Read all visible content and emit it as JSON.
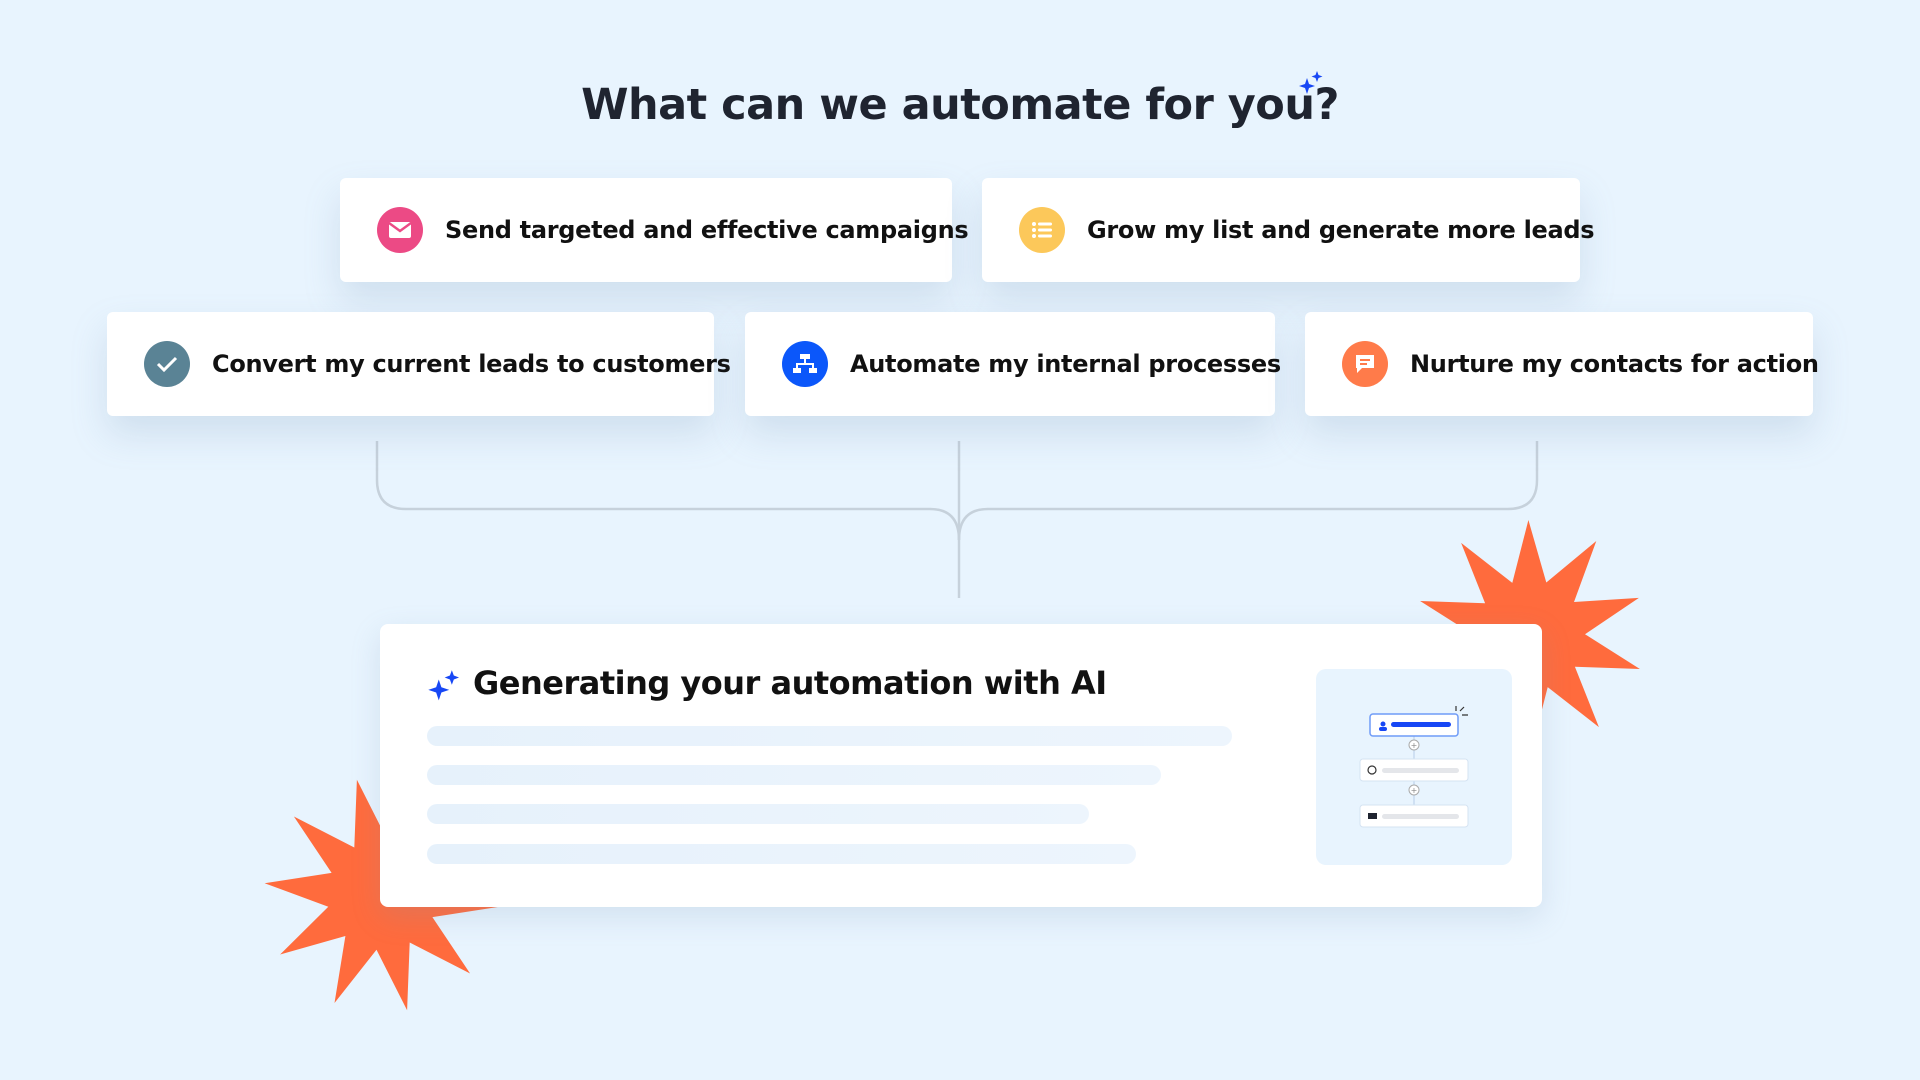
{
  "title": "What can we automate for you?",
  "options": [
    {
      "label": "Send targeted and effective campaigns",
      "icon": "envelope-icon",
      "color": "#ec4a85"
    },
    {
      "label": "Grow my list and generate more leads",
      "icon": "list-icon",
      "color": "#fcc85a"
    },
    {
      "label": "Convert my current leads to customers",
      "icon": "checkmark-icon",
      "color": "#5a8395"
    },
    {
      "label": "Automate my internal processes",
      "icon": "flowchart-icon",
      "color": "#0b57fa"
    },
    {
      "label": "Nurture my contacts for action",
      "icon": "chat-icon",
      "color": "#ff7b4a"
    }
  ],
  "generating": {
    "title": "Generating your automation with AI"
  },
  "colors": {
    "background": "#e8f4fe",
    "accent": "#1747f5",
    "starburst": "#ff6b3d"
  }
}
